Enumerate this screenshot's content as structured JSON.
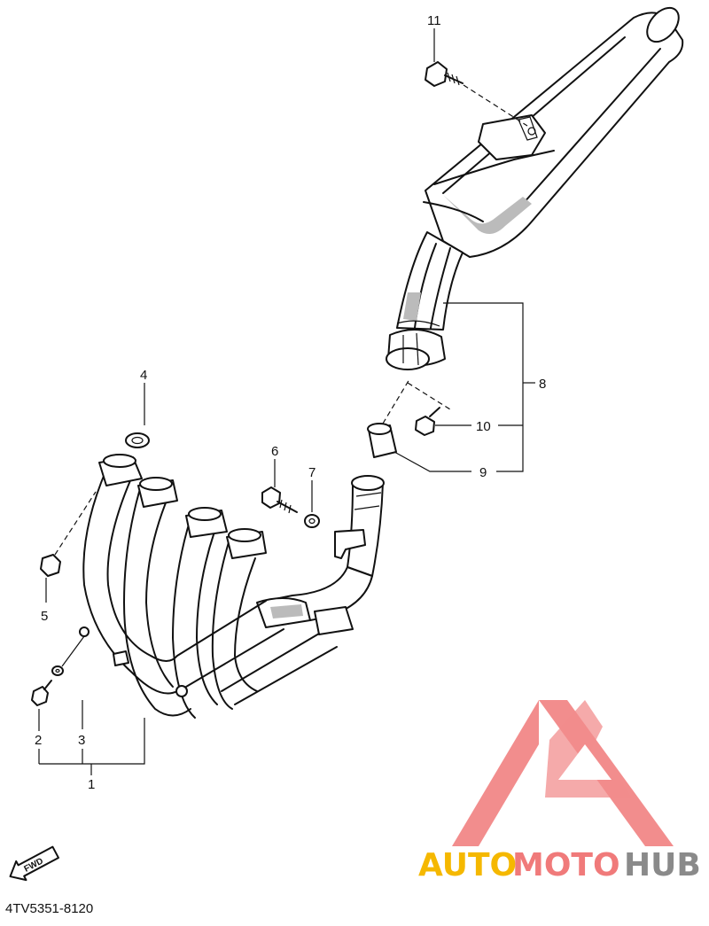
{
  "diagram": {
    "callouts": {
      "c1": "1",
      "c2": "2",
      "c3": "3",
      "c4": "4",
      "c5": "5",
      "c6": "6",
      "c7": "7",
      "c8": "8",
      "c9": "9",
      "c10": "10",
      "c11": "11"
    },
    "fwd_label": "FWD",
    "part_code": "4TV5351-8120"
  },
  "watermark": {
    "text_part1": "AUTO",
    "text_part2": "MOTO",
    "text_part3": "HUB",
    "colors": {
      "logo": "#f07a7a",
      "auto": "#f5b800",
      "moto": "#f07a7a",
      "hub": "#8a8a8a"
    }
  }
}
